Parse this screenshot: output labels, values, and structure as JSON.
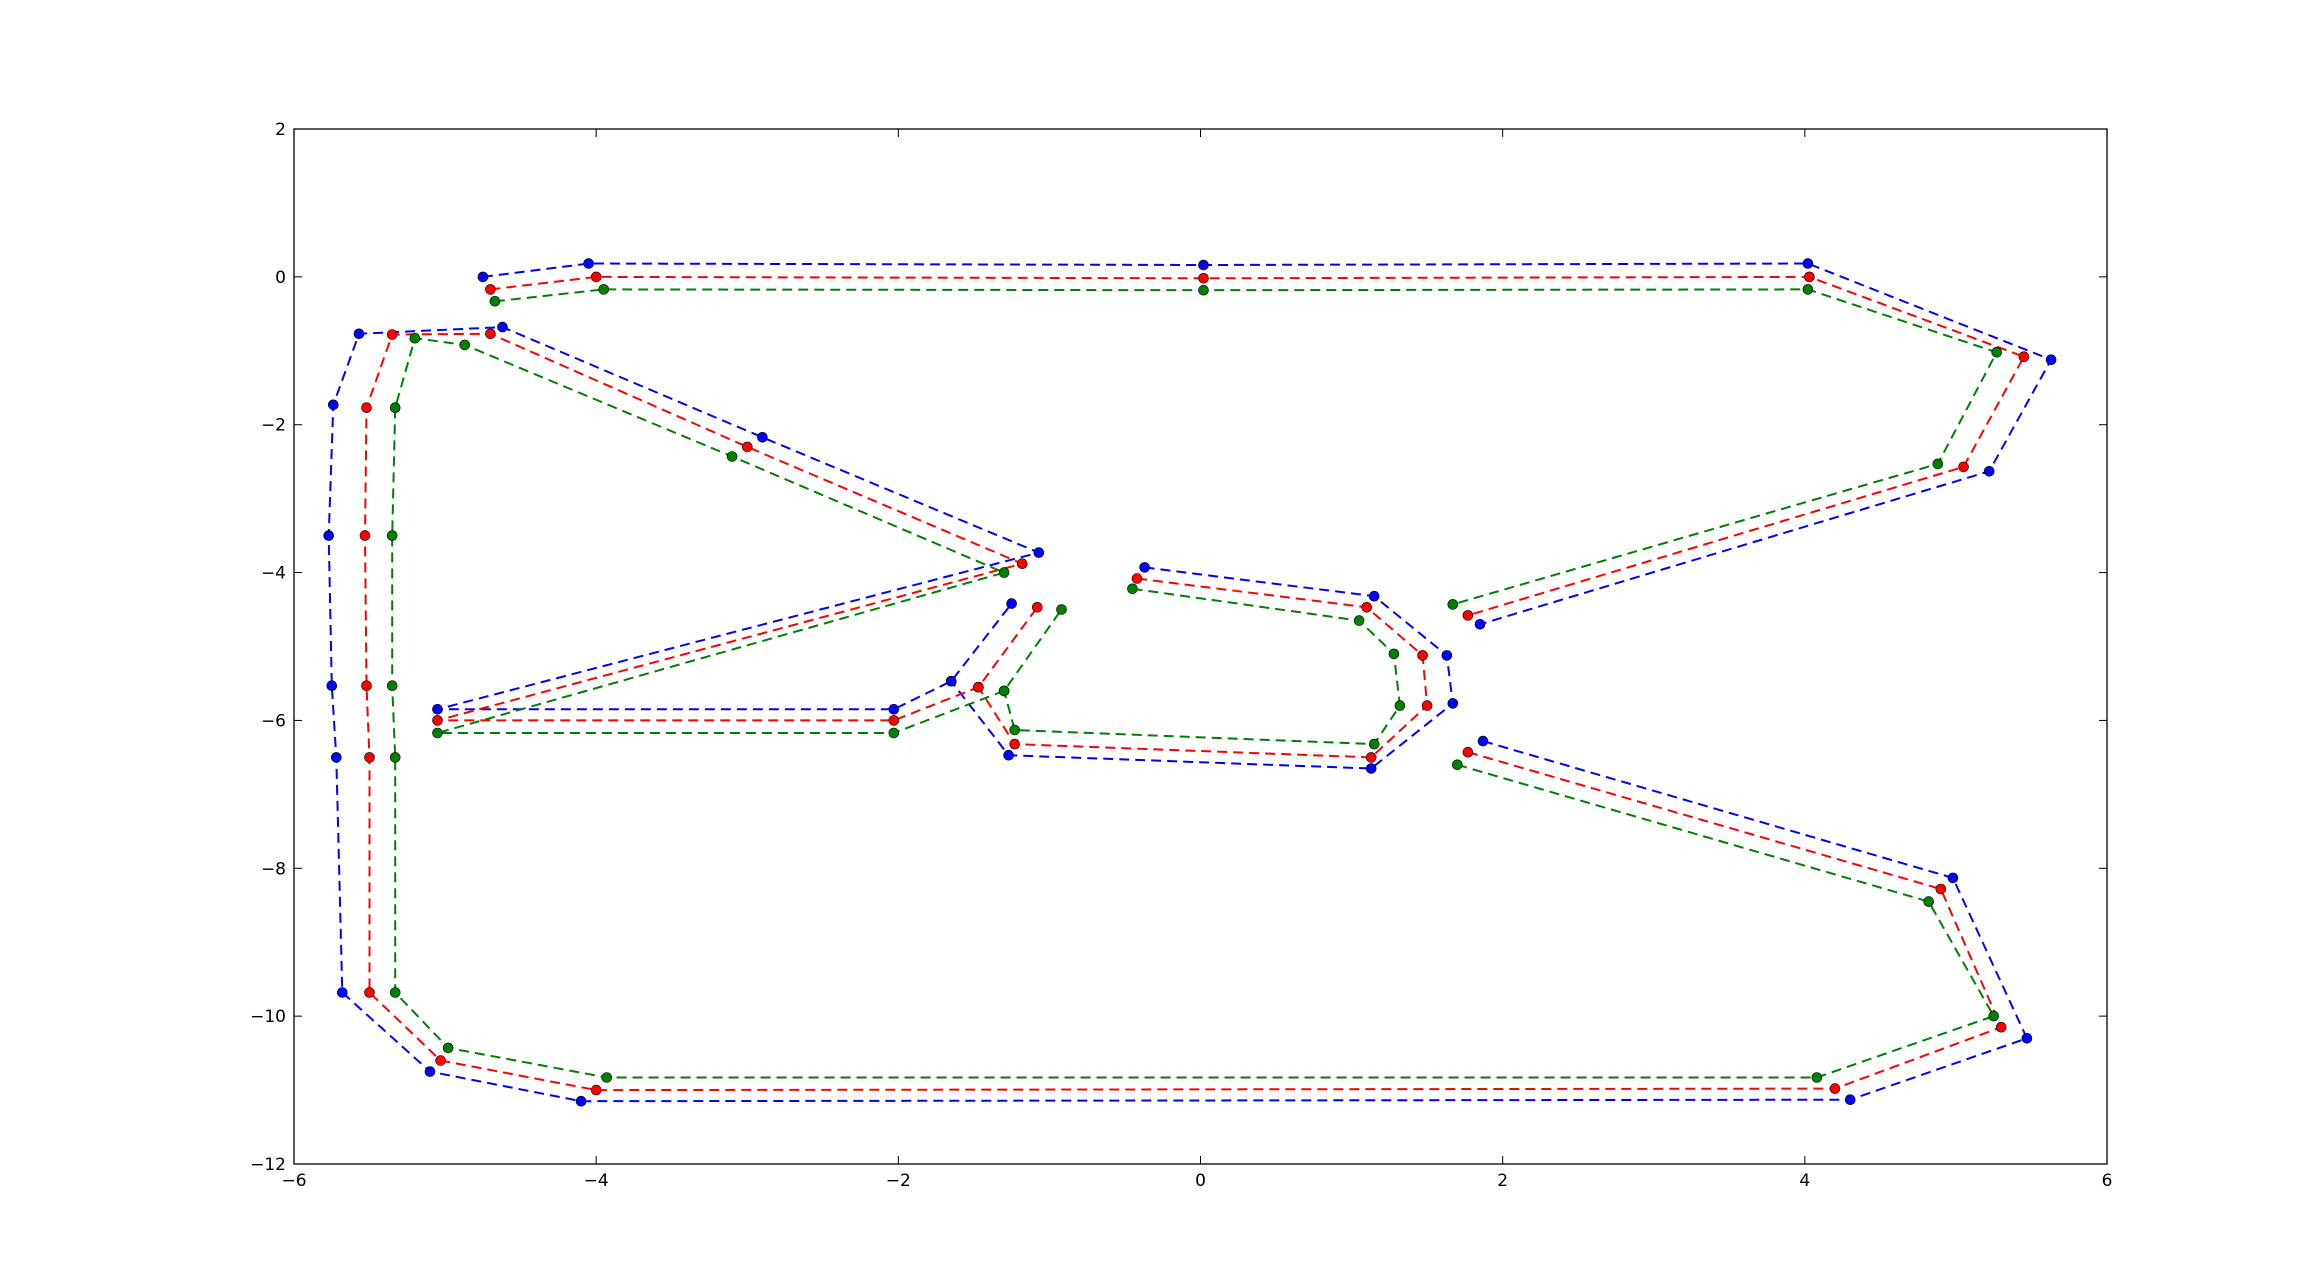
{
  "chart_data": {
    "type": "line",
    "title": "",
    "xlabel": "",
    "ylabel": "",
    "xlim": [
      -6,
      6
    ],
    "ylim": [
      -12,
      2
    ],
    "grid": false,
    "legend": "none",
    "xticks": [
      -6,
      -4,
      -2,
      0,
      2,
      4,
      6
    ],
    "yticks": [
      2,
      0,
      -2,
      -4,
      -6,
      -8,
      -10,
      -12
    ],
    "xtick_labels": [
      "−6",
      "−4",
      "−2",
      "0",
      "2",
      "4",
      "6"
    ],
    "ytick_labels": [
      "2",
      "0",
      "−2",
      "−4",
      "−6",
      "−8",
      "−10",
      "−12"
    ],
    "series": [
      {
        "color": "#0000ff",
        "line_style": "dashed",
        "marker": "circle",
        "paths": [
          [
            [
              -4.75,
              0.0
            ],
            [
              -4.05,
              0.18
            ],
            [
              0.02,
              0.16
            ],
            [
              4.02,
              0.18
            ],
            [
              5.63,
              -1.12
            ],
            [
              5.22,
              -2.63
            ],
            [
              1.85,
              -4.7
            ]
          ],
          [
            [
              1.87,
              -6.28
            ],
            [
              4.98,
              -8.13
            ],
            [
              5.47,
              -10.3
            ],
            [
              4.3,
              -11.13
            ],
            [
              -4.1,
              -11.15
            ],
            [
              -5.1,
              -10.75
            ],
            [
              -5.68,
              -9.68
            ],
            [
              -5.72,
              -6.5
            ],
            [
              -5.75,
              -5.53
            ],
            [
              -5.77,
              -3.5
            ],
            [
              -5.74,
              -1.73
            ],
            [
              -5.57,
              -0.77
            ],
            [
              -4.62,
              -0.68
            ],
            [
              -2.9,
              -2.17
            ],
            [
              -1.07,
              -3.73
            ],
            [
              -5.05,
              -5.85
            ],
            [
              -2.03,
              -5.85
            ],
            [
              -1.65,
              -5.47
            ],
            [
              -1.25,
              -4.42
            ]
          ],
          [
            [
              -0.37,
              -3.93
            ],
            [
              1.15,
              -4.32
            ],
            [
              1.63,
              -5.12
            ],
            [
              1.67,
              -5.77
            ],
            [
              1.13,
              -6.65
            ],
            [
              -1.27,
              -6.47
            ],
            [
              -1.65,
              -5.47
            ]
          ]
        ]
      },
      {
        "color": "#ff0000",
        "line_style": "dashed",
        "marker": "circle",
        "paths": [
          [
            [
              -4.7,
              -0.17
            ],
            [
              -4.0,
              0.0
            ],
            [
              0.02,
              -0.02
            ],
            [
              4.03,
              0.0
            ],
            [
              5.45,
              -1.08
            ],
            [
              5.05,
              -2.57
            ],
            [
              1.77,
              -4.58
            ]
          ],
          [
            [
              1.77,
              -6.43
            ],
            [
              4.9,
              -8.28
            ],
            [
              5.3,
              -10.15
            ],
            [
              4.2,
              -10.98
            ],
            [
              -4.0,
              -11.0
            ],
            [
              -5.03,
              -10.6
            ],
            [
              -5.5,
              -9.68
            ],
            [
              -5.5,
              -6.5
            ],
            [
              -5.52,
              -5.53
            ],
            [
              -5.53,
              -3.5
            ],
            [
              -5.52,
              -1.77
            ],
            [
              -5.35,
              -0.78
            ],
            [
              -4.7,
              -0.77
            ],
            [
              -3.0,
              -2.3
            ],
            [
              -1.18,
              -3.88
            ],
            [
              -5.05,
              -6.0
            ],
            [
              -2.03,
              -6.0
            ],
            [
              -1.47,
              -5.55
            ],
            [
              -1.08,
              -4.47
            ]
          ],
          [
            [
              -0.42,
              -4.08
            ],
            [
              1.1,
              -4.47
            ],
            [
              1.47,
              -5.12
            ],
            [
              1.5,
              -5.8
            ],
            [
              1.13,
              -6.5
            ],
            [
              -1.23,
              -6.32
            ],
            [
              -1.47,
              -5.55
            ]
          ]
        ]
      },
      {
        "color": "#008000",
        "line_style": "dashed",
        "marker": "circle",
        "paths": [
          [
            [
              -4.67,
              -0.33
            ],
            [
              -3.95,
              -0.17
            ],
            [
              0.02,
              -0.18
            ],
            [
              4.02,
              -0.17
            ],
            [
              5.27,
              -1.02
            ],
            [
              4.88,
              -2.53
            ],
            [
              1.67,
              -4.43
            ]
          ],
          [
            [
              1.7,
              -6.6
            ],
            [
              4.82,
              -8.45
            ],
            [
              5.25,
              -10.0
            ],
            [
              4.08,
              -10.83
            ],
            [
              -3.93,
              -10.83
            ],
            [
              -4.98,
              -10.43
            ],
            [
              -5.33,
              -9.68
            ],
            [
              -5.33,
              -6.5
            ],
            [
              -5.35,
              -5.53
            ],
            [
              -5.35,
              -3.5
            ],
            [
              -5.33,
              -1.77
            ],
            [
              -5.2,
              -0.83
            ],
            [
              -4.87,
              -0.92
            ],
            [
              -3.1,
              -2.43
            ],
            [
              -1.3,
              -4.0
            ],
            [
              -5.05,
              -6.17
            ],
            [
              -2.03,
              -6.17
            ],
            [
              -1.3,
              -5.6
            ],
            [
              -0.92,
              -4.5
            ]
          ],
          [
            [
              -0.45,
              -4.22
            ],
            [
              1.05,
              -4.65
            ],
            [
              1.28,
              -5.1
            ],
            [
              1.32,
              -5.8
            ],
            [
              1.15,
              -6.32
            ],
            [
              -1.23,
              -6.13
            ],
            [
              -1.3,
              -5.6
            ]
          ]
        ]
      }
    ]
  }
}
